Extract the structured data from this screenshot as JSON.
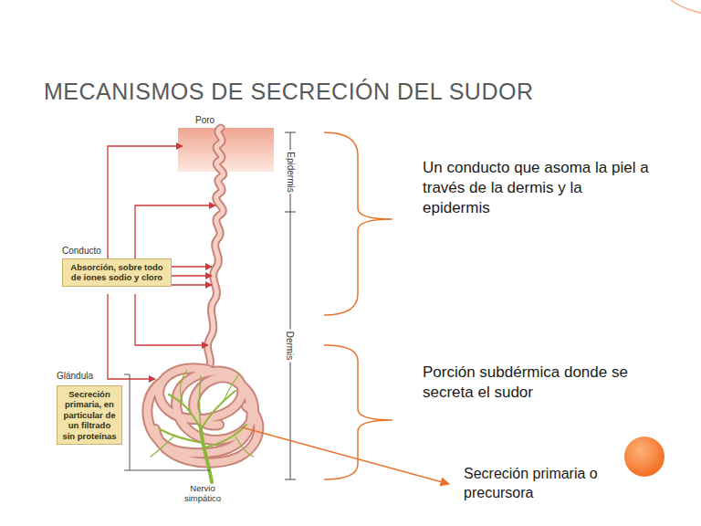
{
  "diagram": {
    "title": "MECANISMOS DE SECRECIÓN DEL SUDOR",
    "nodes": [
      {
        "text": [
          "Absorción, sobre todo de iones sodio y cloro"
        ]
      },
      {
        "text": [
          "Secreción primaria, en particular de un filtrado sin proteínas"
        ]
      }
    ],
    "labels": [
      "Poro",
      "Epidermis",
      "Dermis",
      "Conducto",
      "Glándula",
      "Nervio simpático",
      "Un conducto que asoma la piel a través de la dermis  y la epidermis",
      "Porción subdérmica donde se secreta el sudor",
      "Secreción primaria o precursora"
    ]
  }
}
